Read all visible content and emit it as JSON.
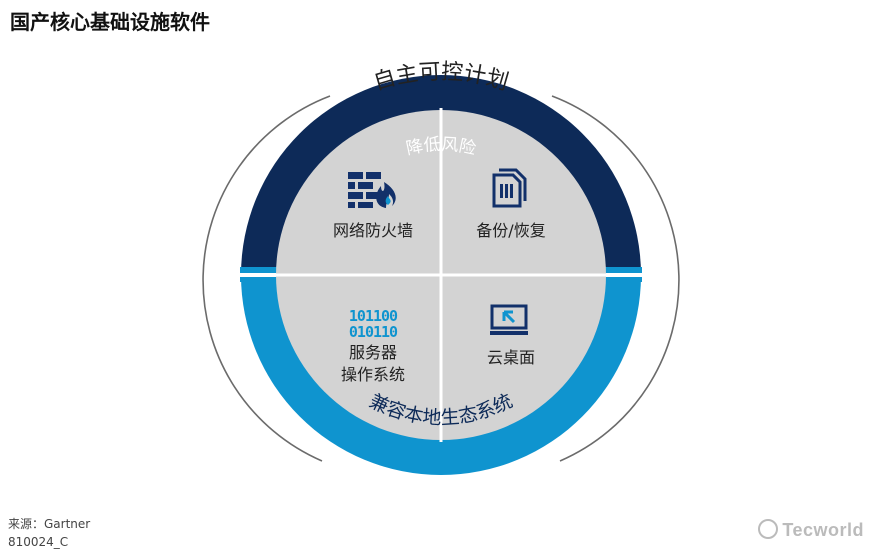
{
  "title": "国产核心基础设施软件",
  "outer_label": "自主可控计划",
  "top_ring_label": "降低风险",
  "bottom_ring_label": "兼容本地生态系统",
  "quadrants": {
    "top_left": {
      "label": "网络防火墙",
      "icon": "firewall-icon"
    },
    "top_right": {
      "label": "备份/恢复",
      "icon": "backup-document-icon"
    },
    "bottom_left": {
      "label_line1": "服务器",
      "label_line2": "操作系统",
      "icon": "binary-code-icon",
      "icon_text_line1": "101100",
      "icon_text_line2": "010110"
    },
    "bottom_right": {
      "label": "云桌面",
      "icon": "cloud-desktop-icon"
    }
  },
  "colors": {
    "navy": "#0d2a58",
    "blue": "#0f94cf",
    "grey": "#d3d3d3",
    "icon": "#12306a",
    "icon_accent": "#0f94cf"
  },
  "footer": {
    "source": "来源：Gartner",
    "code": "810024_C"
  },
  "watermark": "Tecworld"
}
